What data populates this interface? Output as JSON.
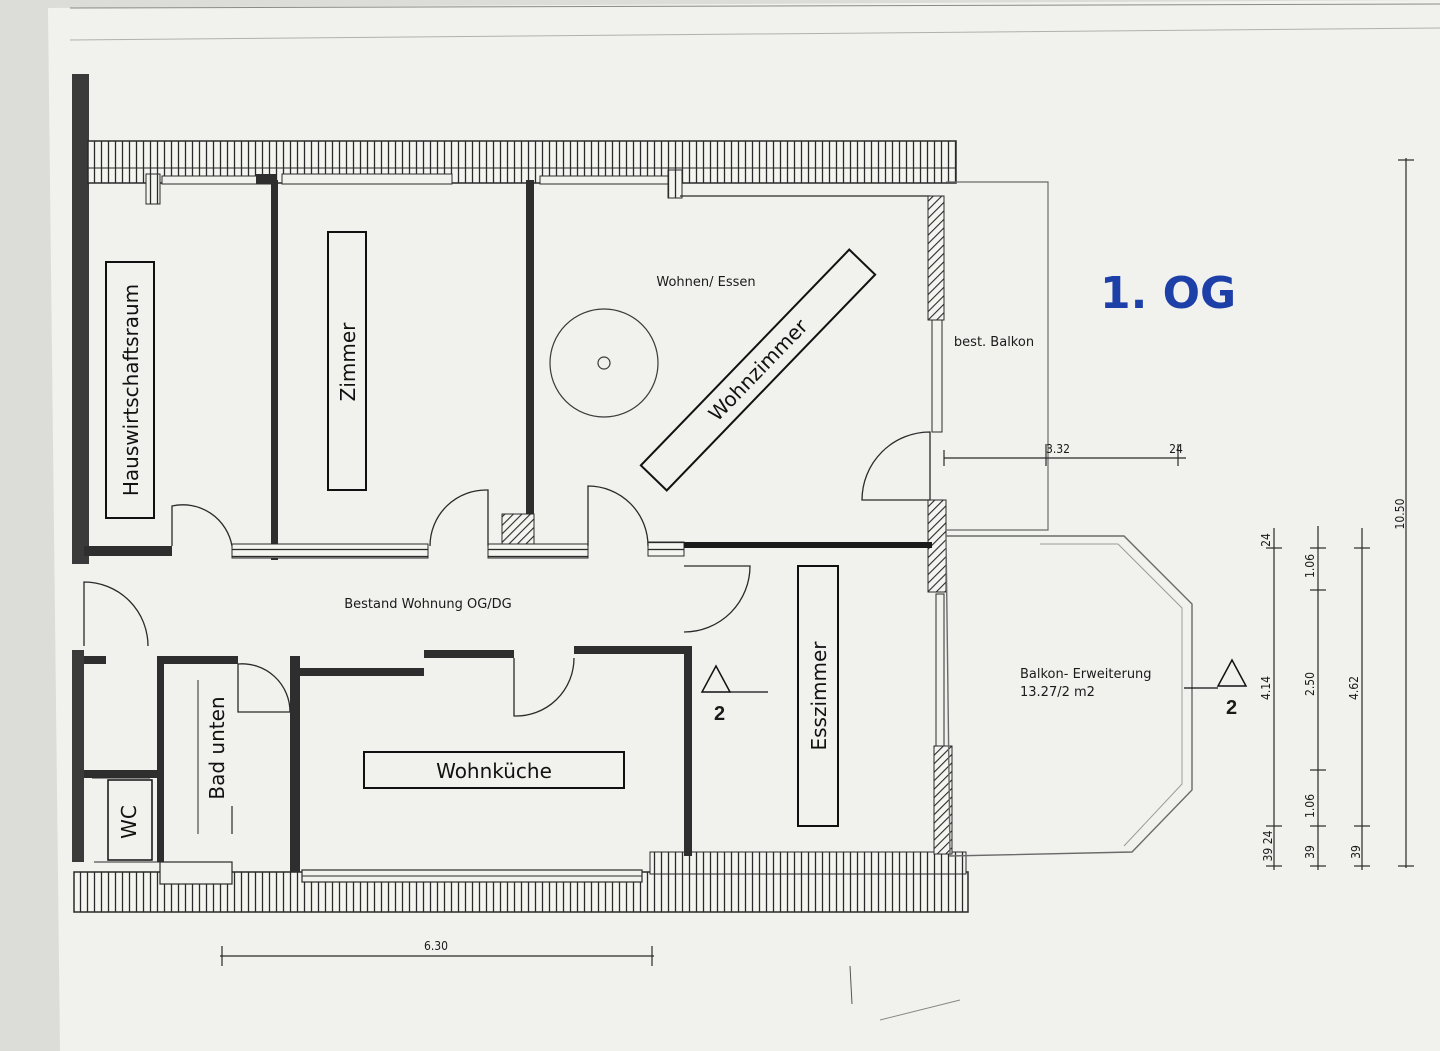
{
  "plan": {
    "floor_title": "1. OG",
    "rooms": {
      "hauswirtschaftsraum": "Hauswirtschaftsraum",
      "zimmer": "Zimmer",
      "wohnen_essen": "Wohnen/ Essen",
      "wohnzimmer": "Wohnzimmer",
      "bestand_wohnung": "Bestand Wohnung OG/DG",
      "esszimmer": "Esszimmer",
      "wohnkueche": "Wohnküche",
      "bad_unten": "Bad unten",
      "wc": "WC",
      "bestehender_balkon": "best. Balkon",
      "balkon_erweiterung": "Balkon- Erweiterung",
      "balkon_flaeche": "13.27/2 m2"
    },
    "section_markers": {
      "left": "2",
      "right": "2"
    },
    "dimensions": {
      "bottom_width": "6.30",
      "balcony_width": "3.32",
      "balcony_wall": "24",
      "total_height": "10.50",
      "chain_a_top": "24",
      "chain_a_mid": "4.14",
      "chain_a_bottom": "39 24",
      "chain_b_top": "1.06",
      "chain_b_mid": "2.50",
      "chain_b_low": "1.06",
      "chain_b_bottom": "39",
      "chain_c_mid": "4.62",
      "chain_c_bottom": "39"
    }
  },
  "colors": {
    "paper": "#f1f1ee",
    "ink": "#2a2a2a",
    "title_blue": "#1d3fa8"
  }
}
